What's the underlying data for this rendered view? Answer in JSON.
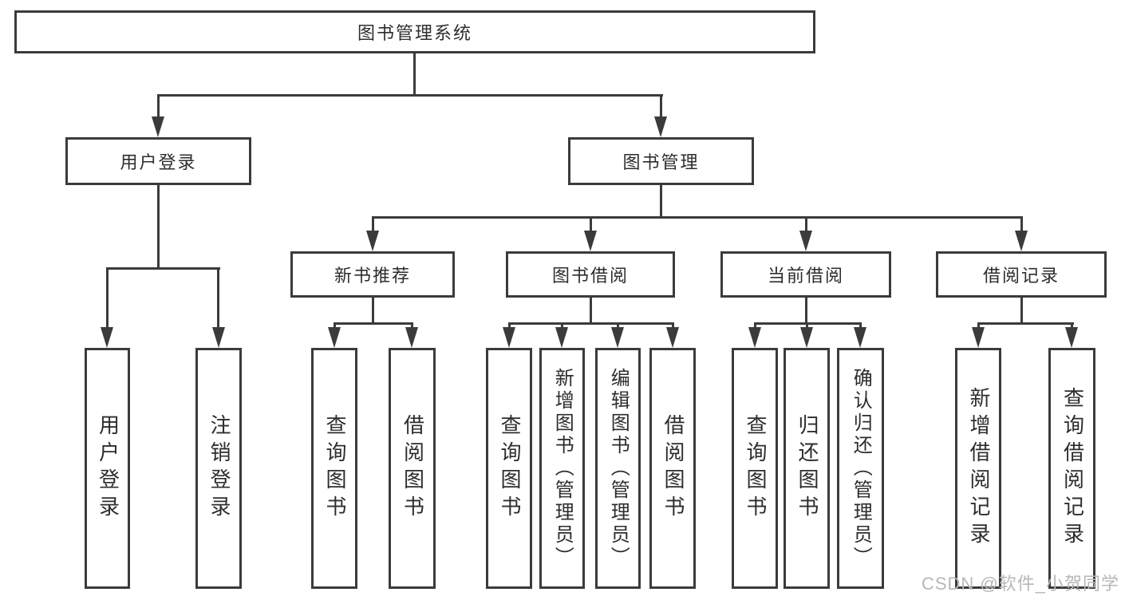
{
  "diagram_type": "hierarchy-tree",
  "colors": {
    "line": "#3b3b3b",
    "text": "#2d2d2d",
    "background": "#ffffff",
    "watermark_gray": "#b7b7b7"
  },
  "watermark": "CSDN @软件_小贺同学",
  "tree": {
    "label": "图书管理系统",
    "children": [
      {
        "label": "用户登录",
        "children": [
          {
            "label": "用户登录"
          },
          {
            "label": "注销登录"
          }
        ]
      },
      {
        "label": "图书管理",
        "children": [
          {
            "label": "新书推荐",
            "children": [
              {
                "label": "查询图书"
              },
              {
                "label": "借阅图书"
              }
            ]
          },
          {
            "label": "图书借阅",
            "children": [
              {
                "label": "查询图书"
              },
              {
                "label": "新增图书（管理员）"
              },
              {
                "label": "编辑图书（管理员）"
              },
              {
                "label": "借阅图书"
              }
            ]
          },
          {
            "label": "当前借阅",
            "children": [
              {
                "label": "查询图书"
              },
              {
                "label": "归还图书"
              },
              {
                "label": "确认归还（管理员）"
              }
            ]
          },
          {
            "label": "借阅记录",
            "children": [
              {
                "label": "新增借阅记录"
              },
              {
                "label": "查询借阅记录"
              }
            ]
          }
        ]
      }
    ]
  }
}
